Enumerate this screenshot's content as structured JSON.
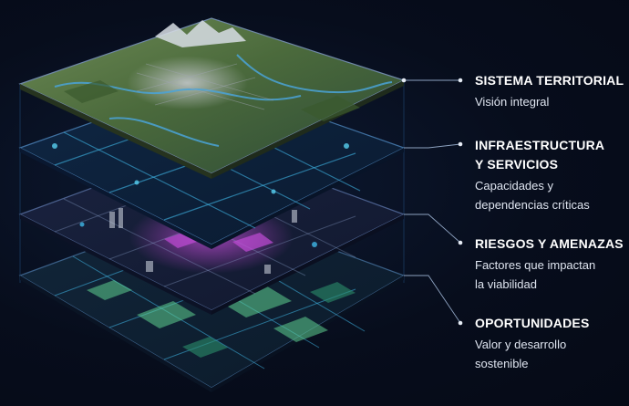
{
  "layers": [
    {
      "title": "SISTEMA TERRITORIAL",
      "subtitle": "Visión integral"
    },
    {
      "title": "INFRAESTRUCTURA\nY SERVICIOS",
      "subtitle": "Capacidades y\ndependencias críticas"
    },
    {
      "title": "RIESGOS Y AMENAZAS",
      "subtitle": "Factores que impactan\nla viabilidad"
    },
    {
      "title": "OPORTUNIDADES",
      "subtitle": "Valor y desarrollo\nsostenible"
    }
  ],
  "colors": {
    "background": "#070d1c",
    "accent_cyan": "#3fb6e6",
    "accent_magenta": "#c14bd6",
    "accent_green": "#5fcf8f",
    "terrain_green": "#4d6b3a",
    "connector": "#8da2c0"
  }
}
